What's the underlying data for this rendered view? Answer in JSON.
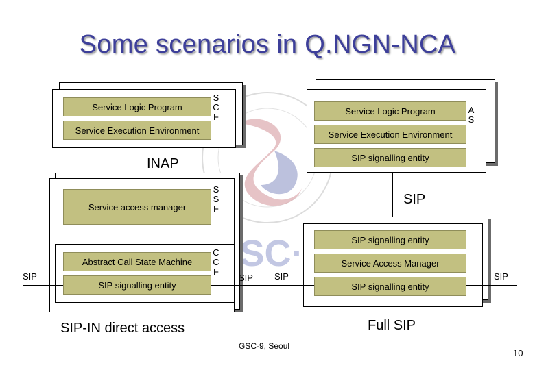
{
  "title": "Some scenarios in Q.NGN-NCA",
  "top_left": {
    "service_logic_program": "Service Logic Program",
    "service_execution_environment": "Service Execution Environment",
    "scf_letters": [
      "S",
      "C",
      "F"
    ]
  },
  "top_right": {
    "service_logic_program": "Service Logic Program",
    "service_execution_environment": "Service Execution Environment",
    "sip_signalling_entity": "SIP signalling entity",
    "as_letters": [
      "A",
      "S"
    ]
  },
  "inap_label": "INAP",
  "ssf": {
    "service_access_manager": "Service access manager",
    "ssf_letters": [
      "S",
      "S",
      "F"
    ]
  },
  "sip_right_label": "SIP",
  "ccf": {
    "abstract_call_state_machine": "Abstract Call State Machine",
    "sip_signalling_entity": "SIP signalling entity",
    "ccf_letters": [
      "C",
      "C",
      "F"
    ]
  },
  "full_sip_box": {
    "sip_signalling_entity_top": "SIP signalling entity",
    "service_access_manager": "Service Access Manager",
    "sip_signalling_entity_bottom": "SIP signalling entity"
  },
  "sip_labels": {
    "left_edge": "SIP",
    "middle_left": "SIP",
    "middle_right": "SIP",
    "right_edge": "SIP"
  },
  "captions": {
    "sip_in_direct_access": "SIP-IN direct access",
    "full_sip": "Full SIP"
  },
  "footer": {
    "venue": "GSC-9, Seoul",
    "page_number": "10"
  },
  "colors": {
    "title": "#3d3f9a",
    "bar_fill": "#c2c081",
    "watermark_red": "#c9848a",
    "watermark_blue": "#8790c4"
  }
}
